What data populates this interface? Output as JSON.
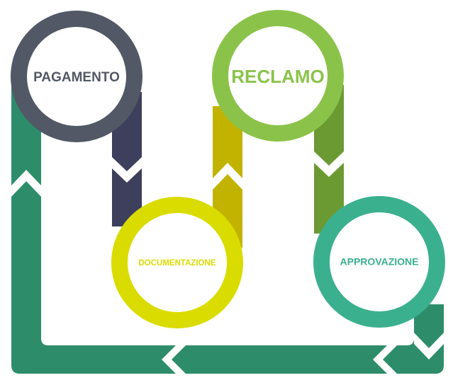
{
  "steps": [
    {
      "label": "PAGAMENTO",
      "color": "#525865",
      "text_color": "#525865"
    },
    {
      "label": "RECLAMO",
      "color": "#8bc34a",
      "text_color": "#8bc34a"
    },
    {
      "label": "DOCUMENTAZIONE",
      "color": "#dadc00",
      "text_color": "#dadc00"
    },
    {
      "label": "APPROVAZIONE",
      "color": "#3bb08f",
      "text_color": "#3bb08f"
    }
  ],
  "connector_colors": {
    "pagamento_documentazione": "#3d3f5c",
    "documentazione_reclamo": "#c2b300",
    "reclamo_approvazione": "#6b9a32",
    "return_loop": "#2d8d6b",
    "approvazione_tail": "#2f8a6c"
  },
  "flow": [
    "PAGAMENTO",
    "DOCUMENTAZIONE",
    "RECLAMO",
    "APPROVAZIONE",
    "PAGAMENTO"
  ]
}
